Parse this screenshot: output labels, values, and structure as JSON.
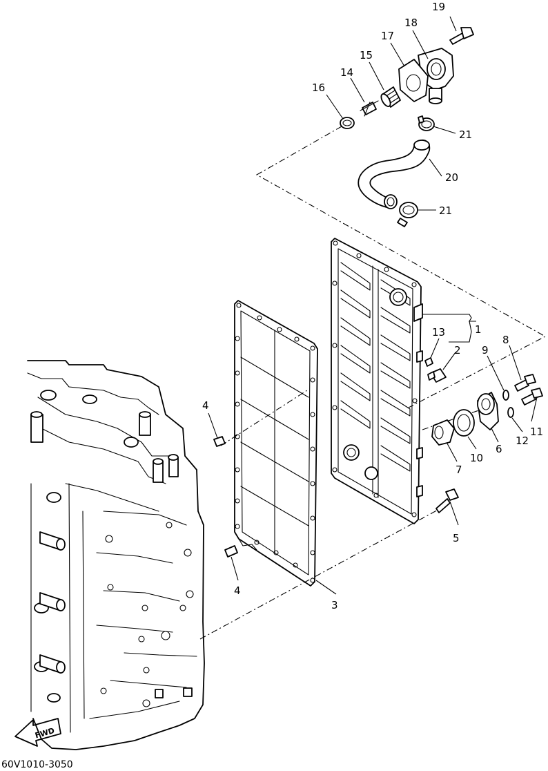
{
  "diagram_code": "60V1010-3050",
  "fwd_label": "FWD",
  "callouts": {
    "c1": "1",
    "c2": "2",
    "c3": "3",
    "c4a": "4",
    "c4b": "4",
    "c5": "5",
    "c6": "6",
    "c7": "7",
    "c8": "8",
    "c9": "9",
    "c10": "10",
    "c11": "11",
    "c12": "12",
    "c13": "13",
    "c14": "14",
    "c15": "15",
    "c16": "16",
    "c17": "17",
    "c18": "18",
    "c19": "19",
    "c20": "20",
    "c21a": "21",
    "c21b": "21"
  }
}
